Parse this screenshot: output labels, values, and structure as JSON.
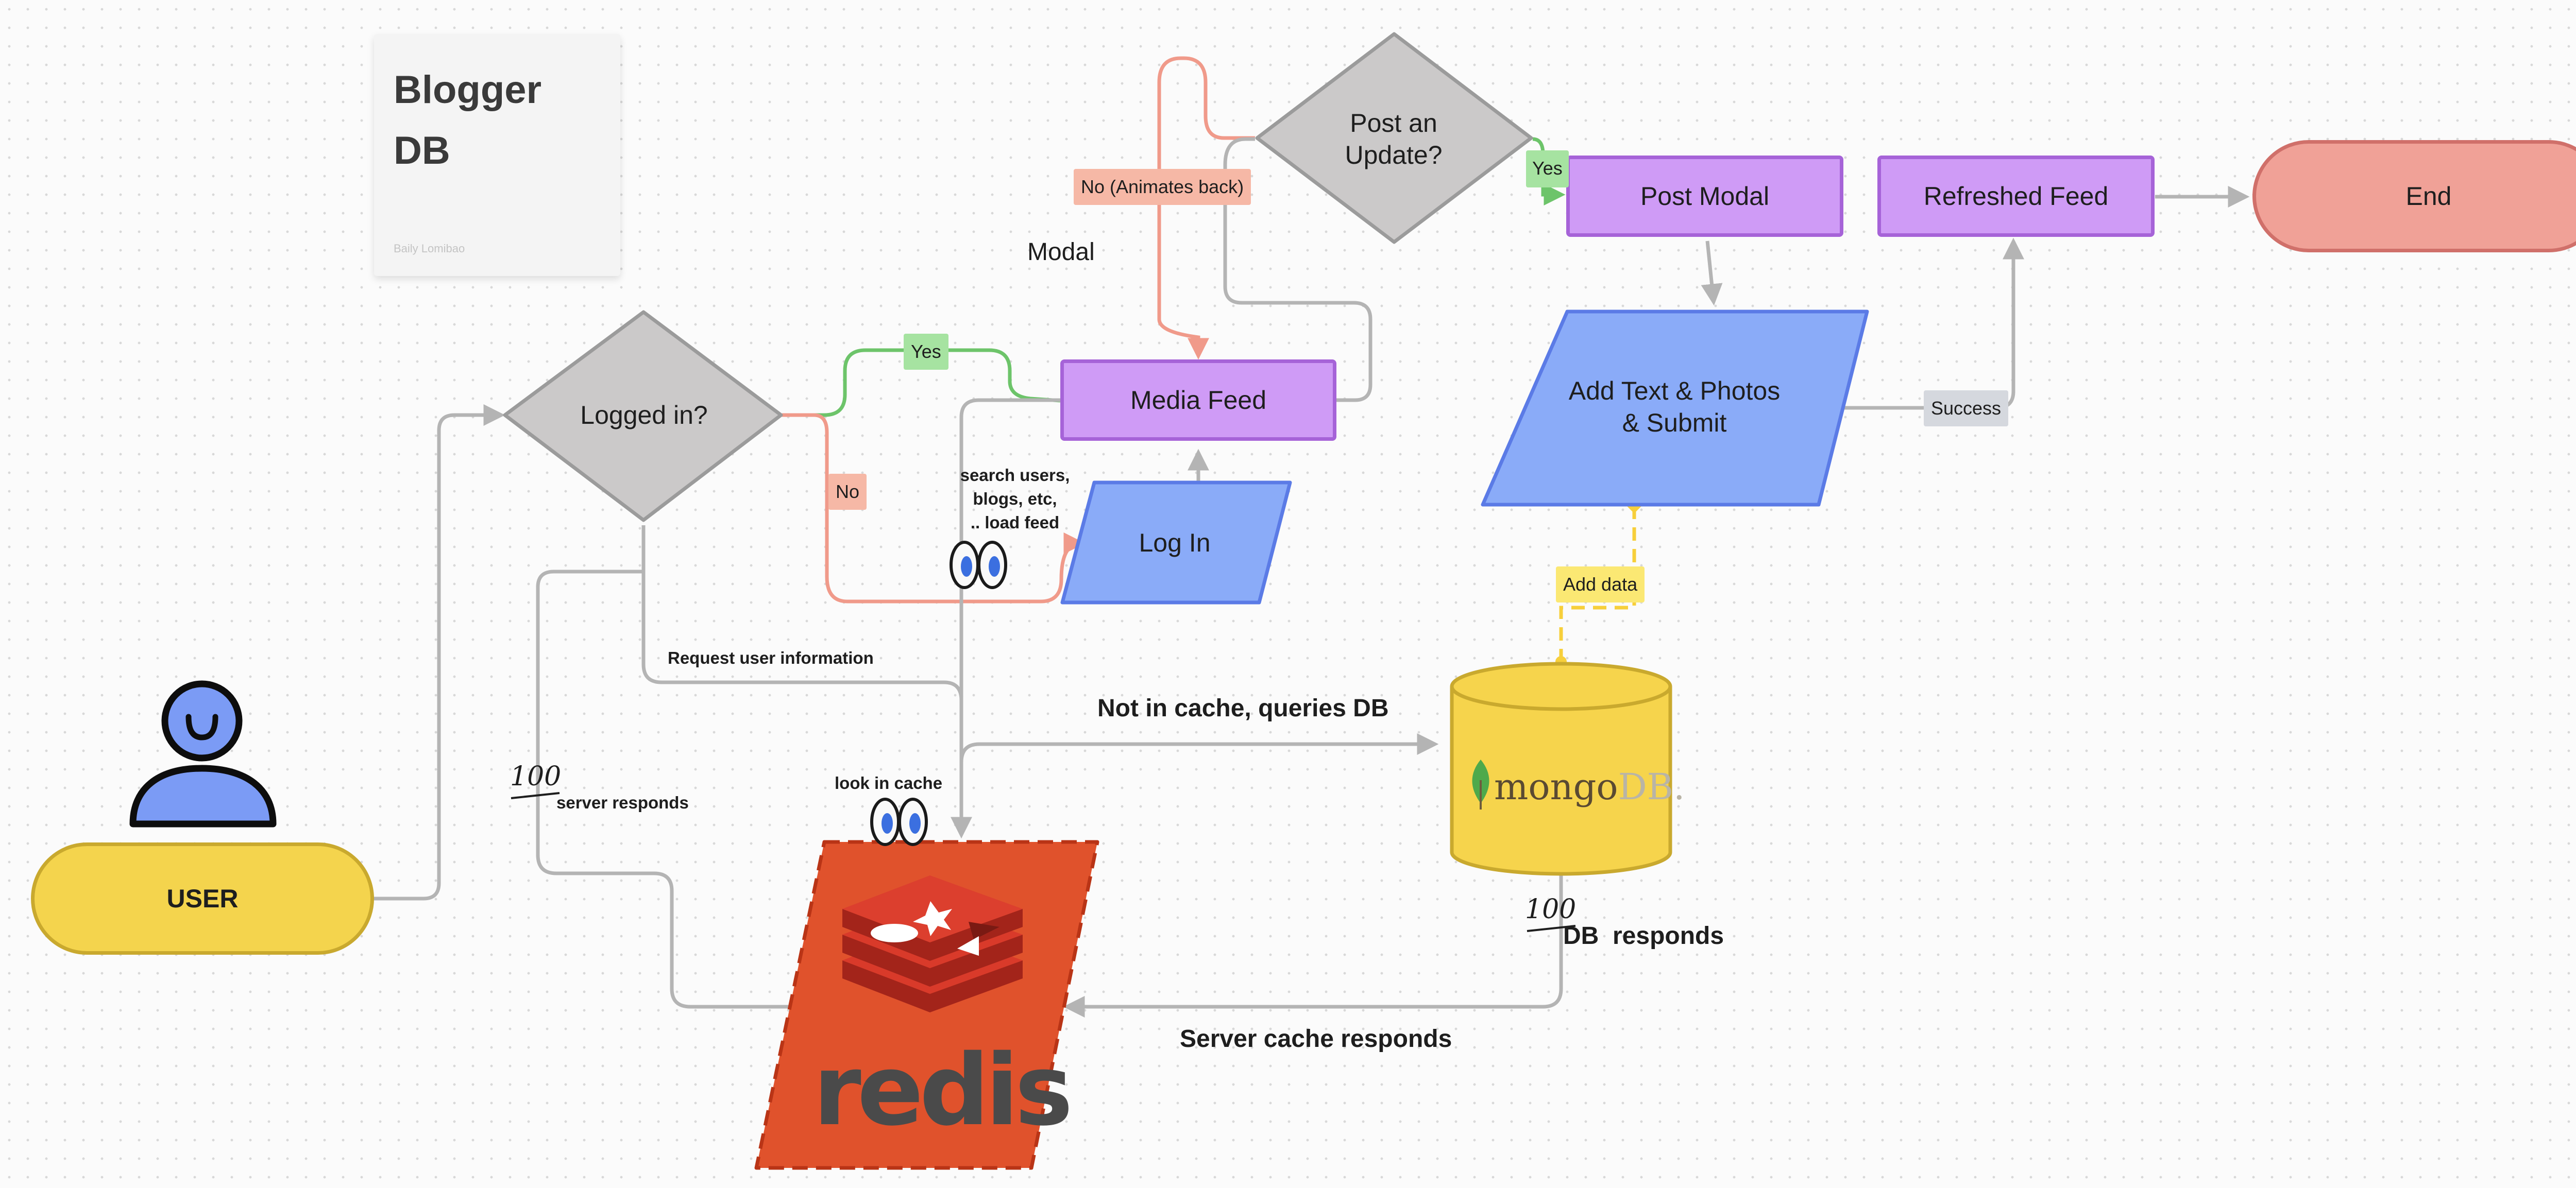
{
  "title_card": {
    "title_line1": "Blogger",
    "title_line2": "DB",
    "author": "Baily Lomibao"
  },
  "nodes": {
    "user": "USER",
    "logged_in": "Logged in?",
    "media_feed": "Media Feed",
    "log_in": "Log In",
    "post_update_line1": "Post an",
    "post_update_line2": "Update?",
    "post_modal": "Post Modal",
    "refreshed_feed": "Refreshed Feed",
    "end": "End",
    "add_text_line1": "Add Text & Photos",
    "add_text_line2": "& Submit",
    "mongodb_wordmark_a": "mongo",
    "mongodb_wordmark_b": "DB",
    "mongodb_wordmark_c": ".",
    "redis_wordmark": "redis"
  },
  "edge_labels": {
    "yes_logged": "Yes",
    "no_logged": "No",
    "no_animates": "No (Animates back)",
    "yes_post": "Yes",
    "success": "Success",
    "add_data": "Add data"
  },
  "annotations": {
    "modal": "Modal",
    "search_line1": "search users,",
    "search_line2": "blogs, etc,",
    "search_line3": ".. load feed",
    "request_user_info": "Request user information",
    "not_in_cache": "Not in cache, queries DB",
    "look_in_cache": "look in cache",
    "server_responds_score": "100",
    "server_responds": "server responds",
    "db_responds_score": "100",
    "db_responds": "DB  responds",
    "server_cache_responds": "Server cache responds"
  },
  "colors": {
    "user_fill": "#f4d44d",
    "user_stroke": "#c9a92e",
    "decision_fill": "#cbc9c9",
    "decision_stroke": "#9b9b9b",
    "process_fill": "#cf9bf6",
    "process_stroke": "#a663d8",
    "io_fill": "#8aabf8",
    "io_stroke": "#5b7be6",
    "end_fill": "#f0a197",
    "end_stroke": "#d0706a",
    "db_fill": "#f6d44c",
    "db_stroke": "#c9a92e",
    "redis_fill": "#e0522c",
    "redis_stroke": "#c43416",
    "connector_gray": "#b4b4b4",
    "connector_red": "#f09a8a",
    "connector_green": "#6dc46a",
    "connector_yellow": "#f7cf3b"
  },
  "icons": [
    "user-avatar-icon",
    "eyes-emoji-icon",
    "mongodb-leaf-icon",
    "redis-logo-icon",
    "arrow-head-icon"
  ]
}
